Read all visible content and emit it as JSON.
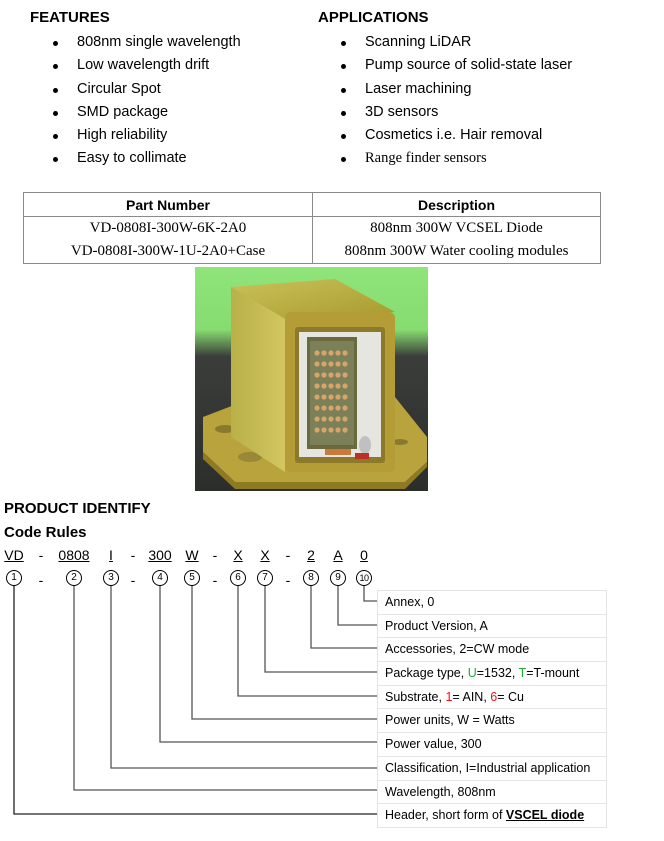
{
  "features": {
    "title": "FEATURES",
    "items": [
      "808nm single wavelength",
      "Low wavelength drift",
      "Circular Spot",
      "SMD package",
      "High reliability",
      "Easy to collimate"
    ]
  },
  "applications": {
    "title": "APPLICATIONS",
    "items": [
      "Scanning LiDAR",
      "Pump source of solid-state laser",
      "Laser machining",
      "3D sensors",
      "Cosmetics i.e. Hair removal",
      "Range finder sensors"
    ]
  },
  "parts_table": {
    "headers": [
      "Part Number",
      "Description"
    ],
    "rows": [
      [
        "VD-0808I-300W-6K-2A0",
        "808nm 300W VCSEL Diode"
      ],
      [
        "VD-0808I-300W-1U-2A0+Case",
        "808nm 300W Water cooling modules"
      ]
    ]
  },
  "photo": {
    "alt": "808nm 300W VCSEL water cooling module (gold housing, green background)"
  },
  "product_identify": {
    "title": "PRODUCT IDENTIFY",
    "subtitle": "Code Rules",
    "dash": "-",
    "tokens": [
      {
        "text": "VD",
        "num": "1"
      },
      {
        "text": "0808",
        "num": "2"
      },
      {
        "text": "I",
        "num": "3"
      },
      {
        "text": "300",
        "num": "4"
      },
      {
        "text": "W",
        "num": "5"
      },
      {
        "text": "X",
        "num": "6"
      },
      {
        "text": "X",
        "num": "7"
      },
      {
        "text": "2",
        "num": "8"
      },
      {
        "text": "A",
        "num": "9"
      },
      {
        "text": "0",
        "num": "10"
      }
    ],
    "descriptions": {
      "d10": "Annex, 0",
      "d9": "Product Version, A",
      "d8": "Accessories, 2=CW mode",
      "d7": {
        "prefix": "Package type, ",
        "k1": "U",
        "v1": "=1532, ",
        "k2": "T",
        "v2": "=T-mount"
      },
      "d6": {
        "prefix": "Substrate, ",
        "k1": "1",
        "v1": "= AIN, ",
        "k2": "6",
        "v2": "= Cu"
      },
      "d5": "Power units, W = Watts",
      "d4": "Power value, 300",
      "d3": "Classification, I=Industrial application",
      "d2": "Wavelength, 808nm",
      "d1": {
        "prefix": "Header, short form of ",
        "emph": "VSCEL diode"
      }
    },
    "colors": {
      "green": "#22aa3a",
      "red": "#ee1111"
    }
  }
}
